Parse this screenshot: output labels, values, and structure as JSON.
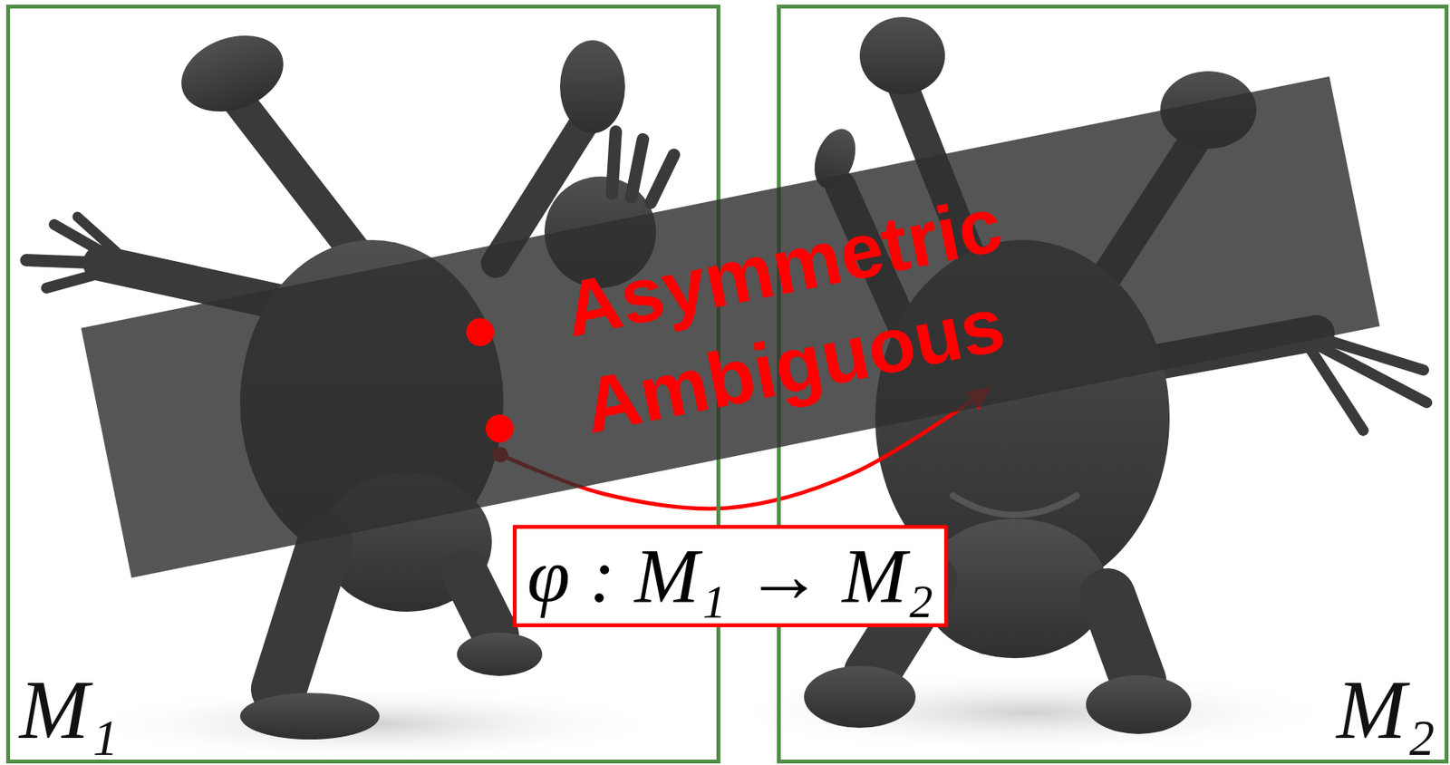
{
  "diagram": {
    "nodes": [
      {
        "text": [
          "M₁"
        ]
      },
      {
        "text": [
          "M₂"
        ]
      },
      {
        "text": [
          "Asymmetric",
          "Ambiguous"
        ]
      },
      {
        "text": [
          "φ : M₁ → M₂"
        ]
      }
    ],
    "edges": [
      {
        "from": 0,
        "to": 1,
        "arrow": "to"
      }
    ]
  }
}
